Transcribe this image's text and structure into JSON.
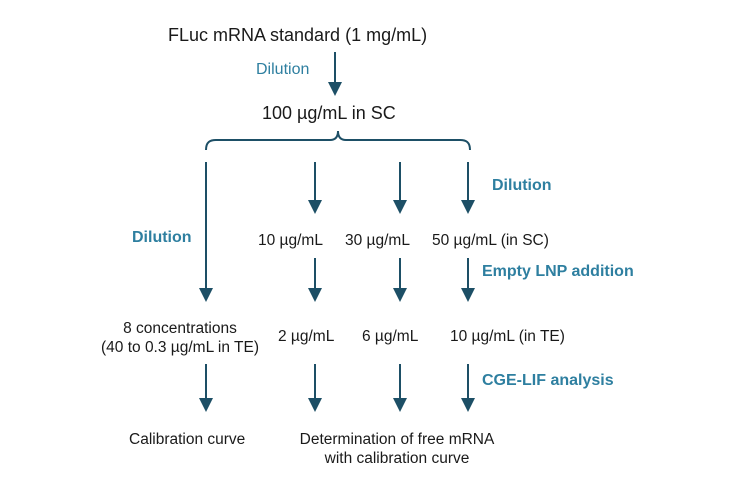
{
  "nodes": {
    "top": "FLuc mRNA standard (1 mg/mL)",
    "stock": "100 µg/mL in SC",
    "d1": "10 µg/mL",
    "d2": "30 µg/mL",
    "d3": "50 µg/mL",
    "d3_suffix": "(in SC)",
    "conc8_line1": "8 concentrations",
    "conc8_line2": "(40 to 0.3 µg/mL in TE)",
    "r1": "2 µg/mL",
    "r2": "6 µg/mL",
    "r3": "10 µg/mL",
    "r3_suffix": "(in TE)",
    "calibration": "Calibration curve",
    "determination_line1": "Determination of free mRNA",
    "determination_line2": "with calibration curve"
  },
  "labels": {
    "dilution_top": "Dilution",
    "dilution_left": "Dilution",
    "dilution_right": "Dilution",
    "empty_lnp": "Empty LNP addition",
    "cge_lif": "CGE-LIF analysis"
  },
  "colors": {
    "arrow": "#1d4f66",
    "label": "#2e7fa0",
    "text": "#1a1a1a"
  }
}
